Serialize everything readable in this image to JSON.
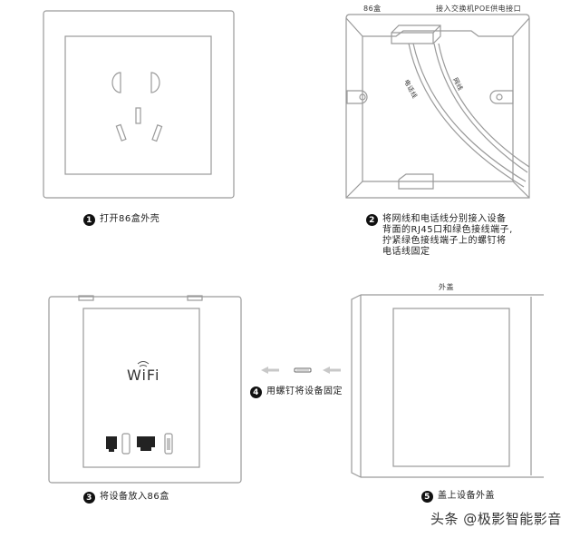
{
  "panels": {
    "step1": {
      "number": "1",
      "caption": "打开86盒外壳"
    },
    "step2": {
      "number": "2",
      "caption_lines": [
        "将网线和电话线分别接入设备",
        "背面的RJ45口和绿色接线端子,",
        "拧紧绿色接线端子上的螺钉将",
        "电话线固定"
      ],
      "labels": {
        "box": "86盒",
        "poe": "接入交换机POE供电接口",
        "phone_cable": "电话线",
        "network_cable": "网线"
      }
    },
    "step3": {
      "number": "3",
      "caption": "将设备放入86盒",
      "device_logo": "WiFi"
    },
    "step4": {
      "number": "4",
      "caption": "用螺钉将设备固定"
    },
    "step5": {
      "number": "5",
      "caption": "盖上设备外盖",
      "labels": {
        "cover": "外盖"
      }
    }
  },
  "watermark": "头条 @极影智能影音",
  "colors": {
    "line": "#9a9a9a",
    "dark": "#111111",
    "arrow": "#c8c8c8"
  }
}
